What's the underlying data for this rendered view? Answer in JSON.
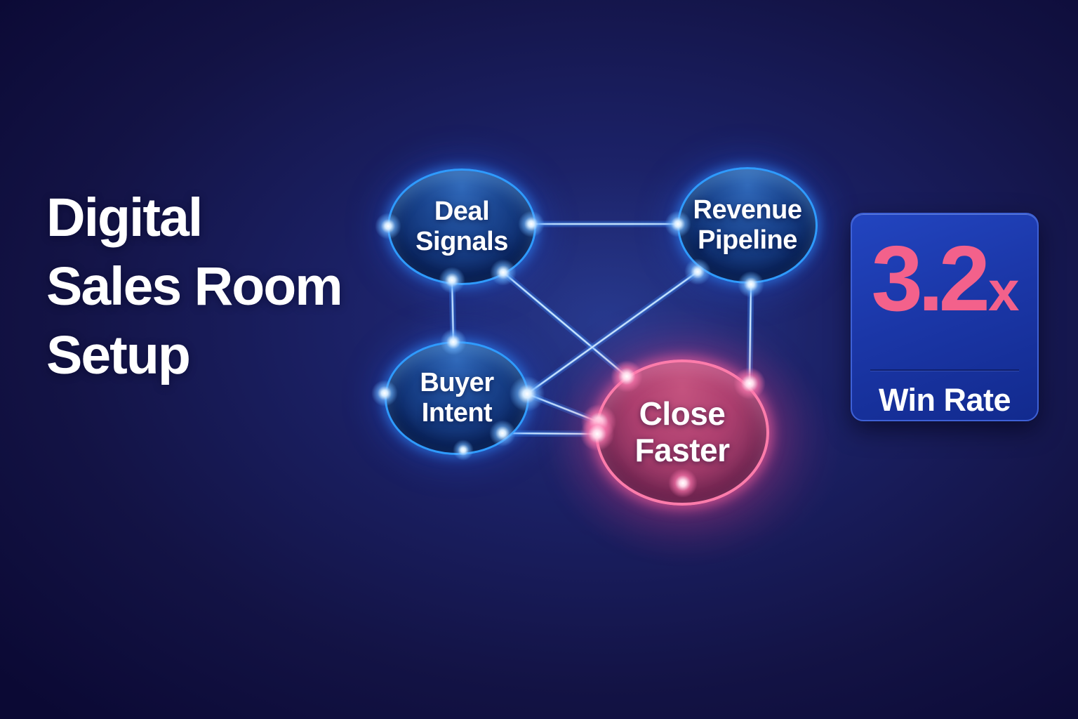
{
  "title": {
    "line1": "Digital",
    "line2": "Sales Room",
    "line3": "Setup"
  },
  "diagram": {
    "nodes": [
      {
        "id": "deal-signals",
        "lines": [
          "Deal",
          "Signals"
        ],
        "color": "blue"
      },
      {
        "id": "revenue-pipeline",
        "lines": [
          "Revenue",
          "Pipeline"
        ],
        "color": "blue"
      },
      {
        "id": "buyer-intent",
        "lines": [
          "Buyer",
          "Intent"
        ],
        "color": "blue"
      },
      {
        "id": "close-faster",
        "lines": [
          "Close",
          "Faster"
        ],
        "color": "pink"
      }
    ],
    "edges": [
      {
        "from": "deal-signals",
        "to": "revenue-pipeline"
      },
      {
        "from": "deal-signals",
        "to": "buyer-intent"
      },
      {
        "from": "deal-signals",
        "to": "close-faster"
      },
      {
        "from": "revenue-pipeline",
        "to": "buyer-intent"
      },
      {
        "from": "revenue-pipeline",
        "to": "close-faster"
      },
      {
        "from": "buyer-intent",
        "to": "close-faster"
      },
      {
        "from": "buyer-intent",
        "to": "close-faster"
      }
    ]
  },
  "stat_card": {
    "value": "3.2",
    "suffix": "x",
    "label": "Win Rate"
  },
  "colors": {
    "background": "#0b0934",
    "node_blue_border": "#2f9bff",
    "node_pink_border": "#ff7cab",
    "connector": "#8fc6ff",
    "stat_accent": "#f3618b",
    "card_fill": "#1b37a8",
    "card_border": "#3e61d6",
    "text": "#ffffff"
  }
}
